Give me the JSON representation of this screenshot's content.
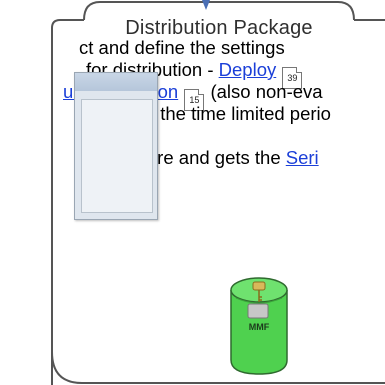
{
  "package": {
    "title": "Distribution Package",
    "database_label": "MMF"
  },
  "document": {
    "line1": "ct and define the settings",
    "line2_before": "for distribution - ",
    "line2_link": "Deploy",
    "line2_ref": "39",
    "line3_link": "uation version",
    "line3_ref": "15",
    "line3_after": " (also non-eva",
    "line4": "est within the time limited perio",
    "line5_before": "he software and gets the ",
    "line5_link": "Seri"
  },
  "colors": {
    "link": "#1b3fd8",
    "database_fill": "#4fd14f",
    "frame_stroke": "#555555",
    "arrow": "#4a6fb5"
  }
}
